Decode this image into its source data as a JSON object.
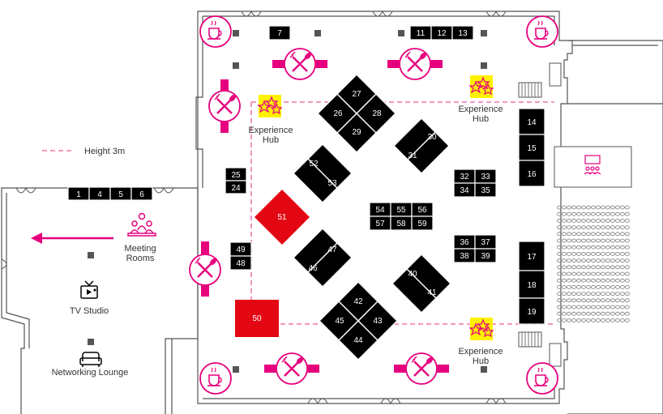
{
  "legend": {
    "height_label": "Height 3m"
  },
  "colors": {
    "magenta": "#e6007e",
    "booth": "#000000",
    "booth_highlight": "#e30613",
    "experience": "#fff200",
    "outline": "#555555",
    "pillar": "#555555"
  },
  "booths": {
    "b1": "1",
    "b4": "4",
    "b5": "5",
    "b6": "6",
    "b7": "7",
    "b11": "11",
    "b12": "12",
    "b13": "13",
    "b14": "14",
    "b15": "15",
    "b16": "16",
    "b17": "17",
    "b18": "18",
    "b19": "19",
    "b24": "24",
    "b25": "25",
    "b26": "26",
    "b27": "27",
    "b28": "28",
    "b29": "29",
    "b30": "30",
    "b31": "31",
    "b32": "32",
    "b33": "33",
    "b34": "34",
    "b35": "35",
    "b36": "36",
    "b37": "37",
    "b38": "38",
    "b39": "39",
    "b40": "40",
    "b41": "41",
    "b42": "42",
    "b43": "43",
    "b44": "44",
    "b45": "45",
    "b46": "46",
    "b47": "47",
    "b48": "48",
    "b49": "49",
    "b50": "50",
    "b51": "51",
    "b52": "52",
    "b53": "53",
    "b54": "54",
    "b55": "55",
    "b56": "56",
    "b57": "57",
    "b58": "58",
    "b59": "59"
  },
  "areas": {
    "experience_hub_1": [
      "Experience",
      "Hub"
    ],
    "experience_hub_2": [
      "Experience",
      "Hub"
    ],
    "experience_hub_3": [
      "Experience",
      "Hub"
    ],
    "meeting_rooms": [
      "Meeting",
      "Rooms"
    ],
    "tv_studio": "TV Studio",
    "networking_lounge": "Networking Lounge"
  },
  "icons": {
    "coffee": "coffee-cup-icon",
    "dining": "fork-knife-icon",
    "experience": "stars-icon",
    "meeting": "meeting-people-icon",
    "tv": "tv-icon",
    "sofa": "sofa-icon",
    "stage": "stage-audience-icon",
    "stairs": "stairs-icon"
  }
}
